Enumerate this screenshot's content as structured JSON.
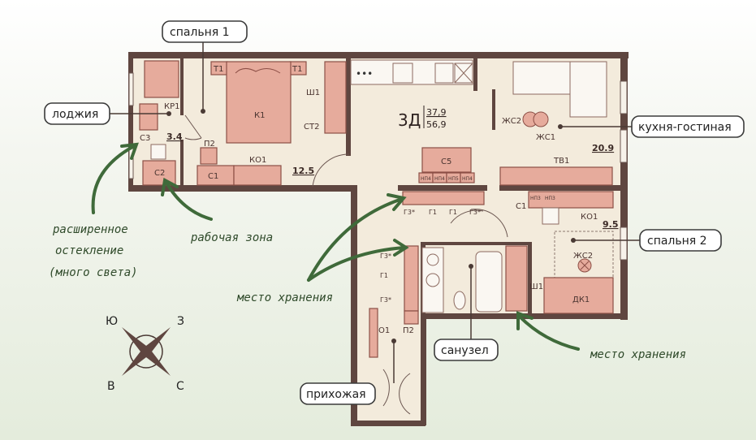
{
  "plan": {
    "apartment_type": "3Д",
    "living_area": "37,9",
    "total_area": "56,9"
  },
  "rooms": {
    "bedroom1": {
      "label": "спальня 1",
      "area": "12.5"
    },
    "loggia": {
      "label": "лоджия",
      "area": "3.4"
    },
    "kitchen": {
      "label": "кухня-гостиная",
      "area": "20.9"
    },
    "bedroom2": {
      "label": "спальня 2",
      "area": "9.5"
    },
    "bathroom": {
      "label": "санузел"
    },
    "hallway": {
      "label": "прихожая"
    }
  },
  "furniture": {
    "kr1": "КР1",
    "c3": "С3",
    "c2": "С2",
    "t1": "Т1",
    "k1": "К1",
    "sh1": "Ш1",
    "st2": "СТ2",
    "p2": "П2",
    "c1": "С1",
    "ko1": "КО1",
    "c5": "С5",
    "np4": "НП4",
    "np5": "НП5",
    "zhs2": "ЖС2",
    "zhs1": "ЖС1",
    "tv1": "ТВ1",
    "np3": "НП3",
    "g3": "Г3*",
    "g1": "Г1",
    "dk1": "ДК1",
    "o1": "О1"
  },
  "notes": {
    "glazing_1": "расширенное",
    "glazing_2": "остекление",
    "glazing_3": "(много света)",
    "work_zone": "рабочая зона",
    "storage_left": "место хранения",
    "storage_right": "место хранения"
  },
  "compass": {
    "n": "Ю",
    "e": "З",
    "w": "В",
    "s": "С"
  }
}
